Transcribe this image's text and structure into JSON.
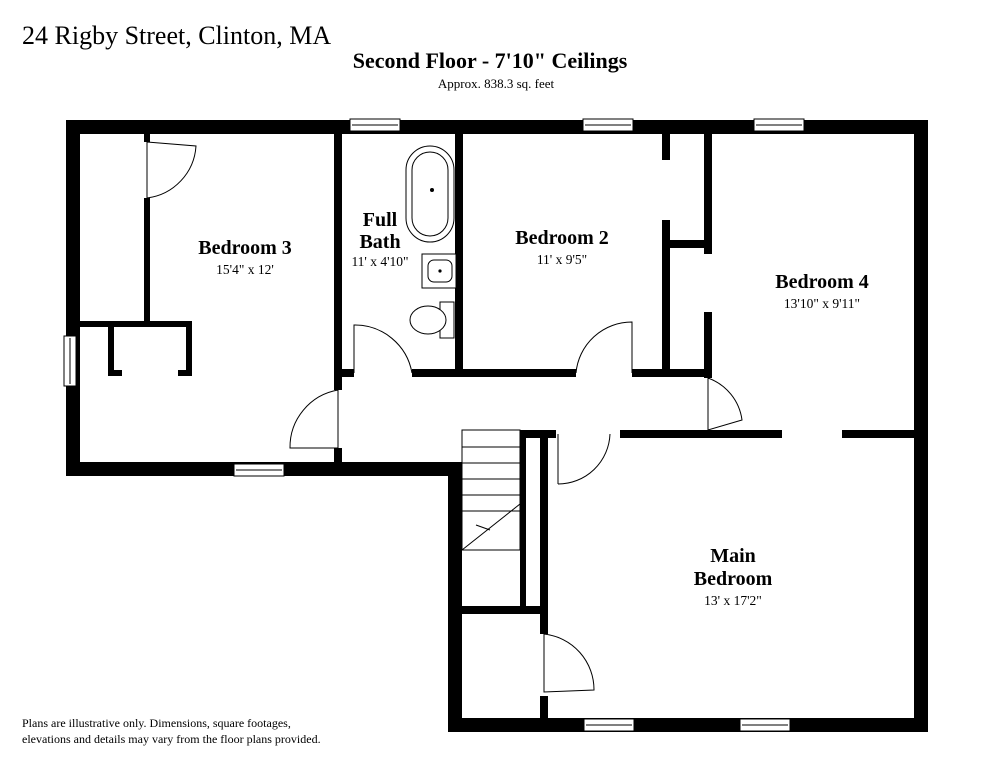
{
  "header": {
    "address": "24 Rigby Street, Clinton, MA",
    "floor_title": "Second Floor - 7'10\" Ceilings",
    "area": "Approx. 838.3 sq. feet"
  },
  "rooms": {
    "bedroom3": {
      "name": "Bedroom 3",
      "dims": "15'4\" x 12'"
    },
    "full_bath": {
      "name_line1": "Full",
      "name_line2": "Bath",
      "dims": "11' x 4'10\""
    },
    "bedroom2": {
      "name": "Bedroom 2",
      "dims": "11' x 9'5\""
    },
    "bedroom4": {
      "name": "Bedroom 4",
      "dims": "13'10\" x 9'11\""
    },
    "main_bedroom": {
      "name_line1": "Main",
      "name_line2": "Bedroom",
      "dims": "13' x 17'2\""
    }
  },
  "disclaimer": {
    "line1": "Plans are illustrative only. Dimensions, square footages,",
    "line2": "elevations and details may vary from the floor plans provided."
  }
}
